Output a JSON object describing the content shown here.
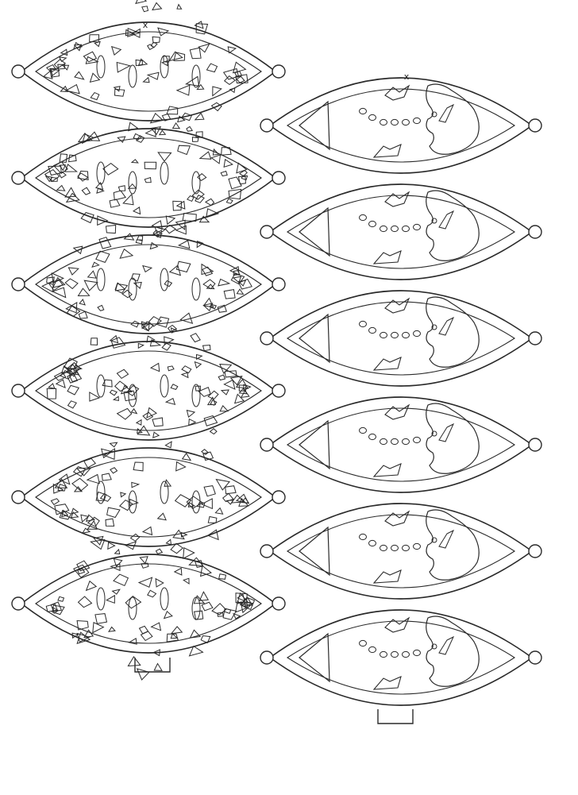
{
  "page": {
    "background": "#ffffff",
    "ink_color": "#2a2a2a"
  },
  "columns": {
    "left": {
      "pattern": "lattice",
      "count": 6,
      "cut_mark": "x",
      "has_tab": true
    },
    "right": {
      "pattern": "face-and-dots",
      "count": 6,
      "cut_mark": "x",
      "has_tab": true
    }
  },
  "icons": {
    "left_piece": "lattice-lens-shape",
    "right_piece": "face-lens-shape",
    "hanging_loop": "circle-loop-icon",
    "tab": "tab-shape"
  }
}
